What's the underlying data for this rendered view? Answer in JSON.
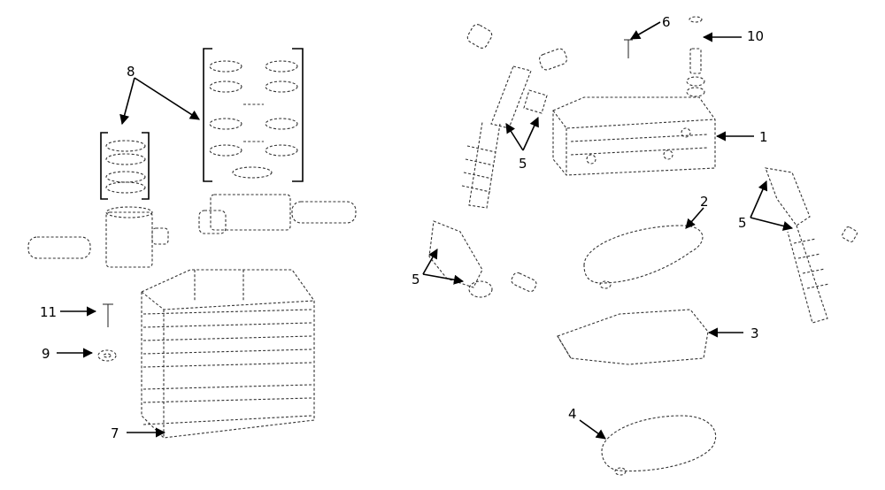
{
  "callouts": {
    "c1": "1",
    "c2": "2",
    "c3": "3",
    "c4": "4",
    "c5a": "5",
    "c5b": "5",
    "c5c": "5",
    "c6": "6",
    "c7": "7",
    "c8": "8",
    "c9": "9",
    "c10": "10",
    "c11": "11"
  }
}
